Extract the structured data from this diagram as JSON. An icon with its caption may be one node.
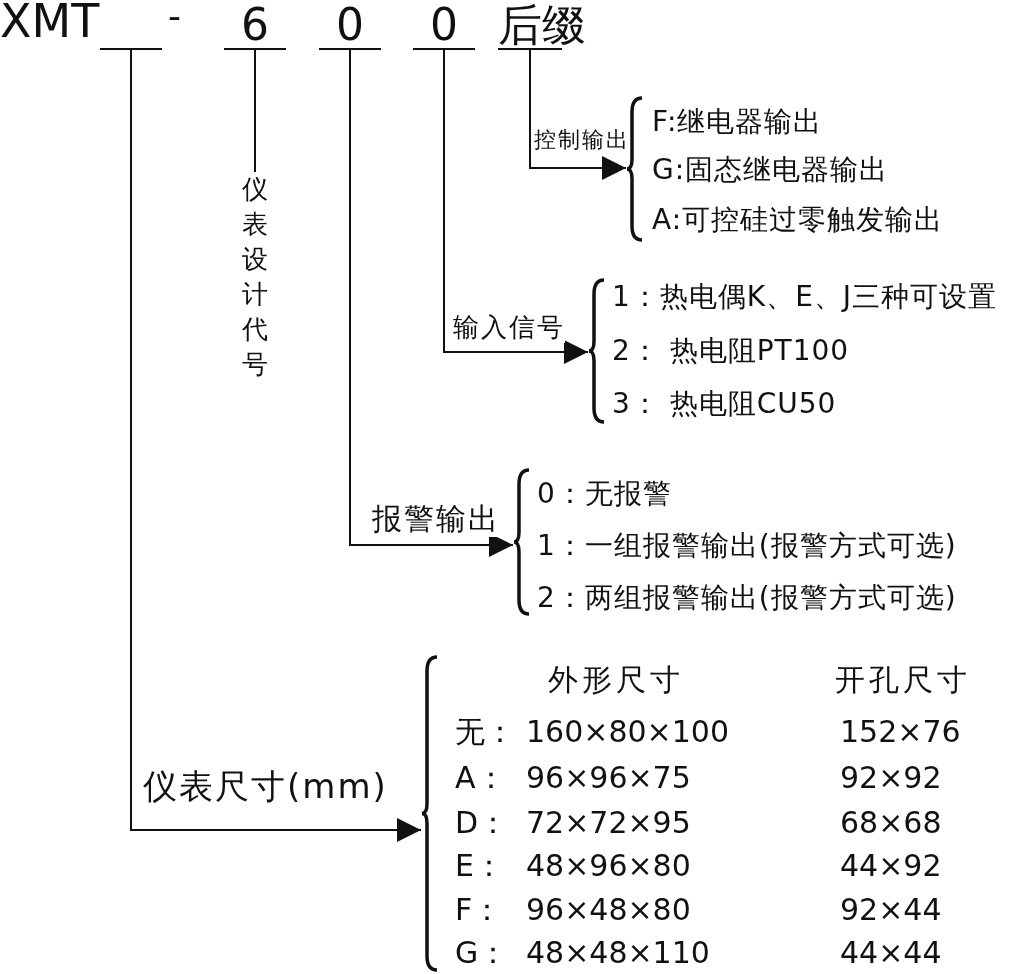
{
  "diagram": {
    "nodes": [
      {
        "text": [],
        "shape": "bar"
      },
      {
        "text": [
          "6"
        ]
      },
      {
        "text": [
          "0"
        ]
      },
      {
        "text": [
          "0"
        ]
      },
      {
        "text": [
          "后缀"
        ]
      },
      {
        "text": [
          "仪表设计代号"
        ]
      },
      {
        "text": [
          "F:继电器输出",
          "G:固态继电器输出",
          "A:可控硅过零触发输出"
        ]
      },
      {
        "text": [
          "1：热电偶K、E、J三种可设置",
          "2： 热电阻PT100",
          "3： 热电阻CU50"
        ]
      },
      {
        "text": [
          "0：无报警",
          "1：一组报警输出(报警方式可选)",
          "2：两组报警输出(报警方式可选)"
        ]
      },
      {
        "text": [
          "外形尺寸",
          "开孔尺寸",
          "无：",
          "160×80×100",
          "152×76",
          "A：",
          "96×96×75",
          "92×92",
          "D：",
          "72×72×95",
          "68×68",
          "E：",
          "48×96×80",
          "44×92",
          "F：",
          "96×48×80",
          "92×44",
          "G：",
          "48×48×110",
          "44×44"
        ]
      }
    ],
    "edges": [
      {
        "from": 0,
        "to": 9,
        "arrow": "to",
        "label": "仪表尺寸(mm)"
      },
      {
        "from": 1,
        "to": 5,
        "arrow": "none"
      },
      {
        "from": 2,
        "to": 8,
        "arrow": "to",
        "label": "报警输出"
      },
      {
        "from": 3,
        "to": 7,
        "arrow": "to",
        "label": "输入信号"
      },
      {
        "from": 4,
        "to": 6,
        "arrow": "to",
        "label": "控制输出"
      }
    ],
    "labels": [
      "XMT",
      "-"
    ]
  }
}
